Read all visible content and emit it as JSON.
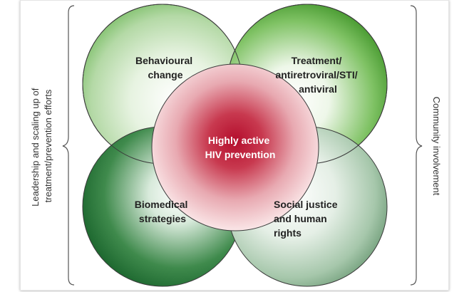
{
  "diagram": {
    "center": {
      "line1": "Highly active",
      "line2": "HIV prevention"
    },
    "circles": {
      "top_left": {
        "line1": "Behavioural",
        "line2": "change"
      },
      "top_right": {
        "line1": "Treatment/",
        "line2": "antiretroviral/STI/",
        "line3": "antiviral"
      },
      "bottom_left": {
        "line1": "Biomedical",
        "line2": "strategies"
      },
      "bottom_right": {
        "line1": "Social justice",
        "line2": "and human",
        "line3": "rights"
      }
    },
    "left_bracket": {
      "line1": "Leadership and scaling up of",
      "line2": "treatment/prevention efforts"
    },
    "right_bracket": {
      "line1": "Community involvement"
    },
    "colors": {
      "top_left_green": "#a9d49a",
      "top_right_green": "#66b34a",
      "bottom_left_green": "#2f7d3e",
      "bottom_right_green": "#9cc2a2",
      "center_red": "#b8102f"
    }
  }
}
